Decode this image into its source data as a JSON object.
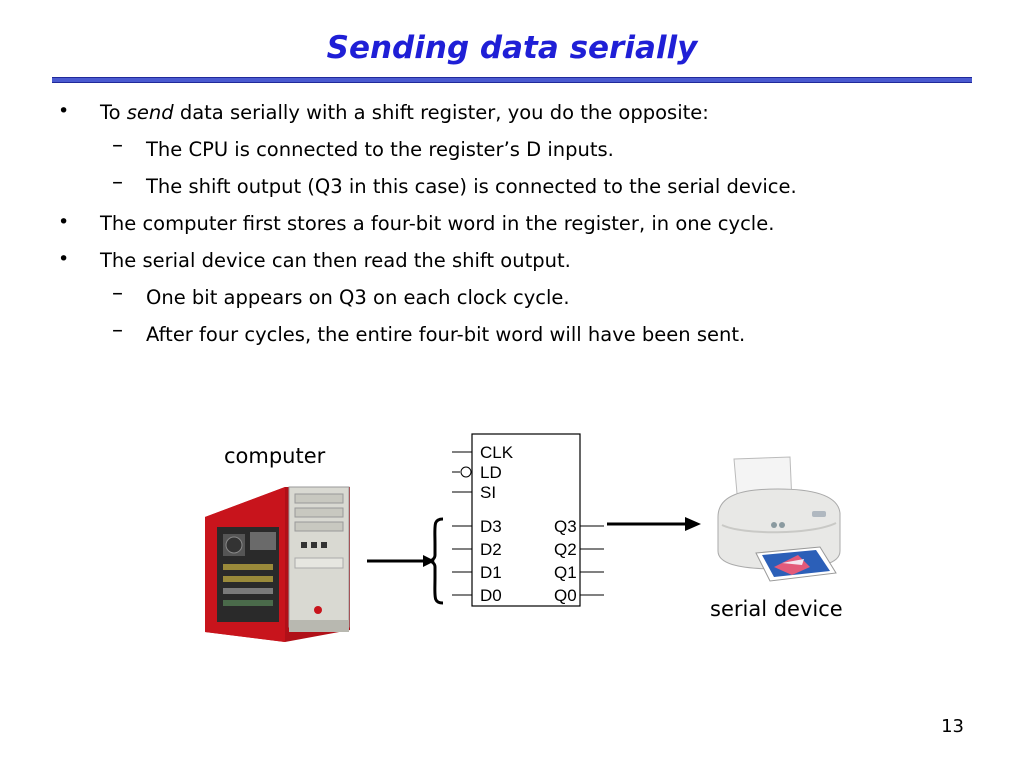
{
  "slide": {
    "title": "Sending data serially",
    "page_number": "13"
  },
  "bullets": [
    {
      "level": 1,
      "pre": "To ",
      "em": "send",
      "post": " data serially with a shift register, you do the opposite:"
    },
    {
      "level": 2,
      "text": "The CPU is connected to the register’s D inputs."
    },
    {
      "level": 2,
      "text": "The shift output (Q3 in this case) is connected to the serial device."
    },
    {
      "level": 1,
      "text": "The computer first stores a four-bit word in the register, in one cycle."
    },
    {
      "level": 1,
      "text": "The serial device can then read the shift output."
    },
    {
      "level": 2,
      "text": "One bit appears on Q3 on each clock cycle."
    },
    {
      "level": 2,
      "text": "After four cycles, the entire four-bit word will have been sent."
    }
  ],
  "diagram": {
    "computer_label": "computer",
    "device_label": "serial device",
    "register": {
      "controls": [
        "CLK",
        "LD",
        "SI"
      ],
      "inputs": [
        "D3",
        "D2",
        "D1",
        "D0"
      ],
      "outputs": [
        "Q3",
        "Q2",
        "Q1",
        "Q0"
      ]
    },
    "icons": {
      "computer": "desktop-tower-icon",
      "device": "printer-icon"
    },
    "colors": {
      "title": "#1f1fd6",
      "rule": "#4a5ad0",
      "computer_case": "#c8141c"
    }
  }
}
